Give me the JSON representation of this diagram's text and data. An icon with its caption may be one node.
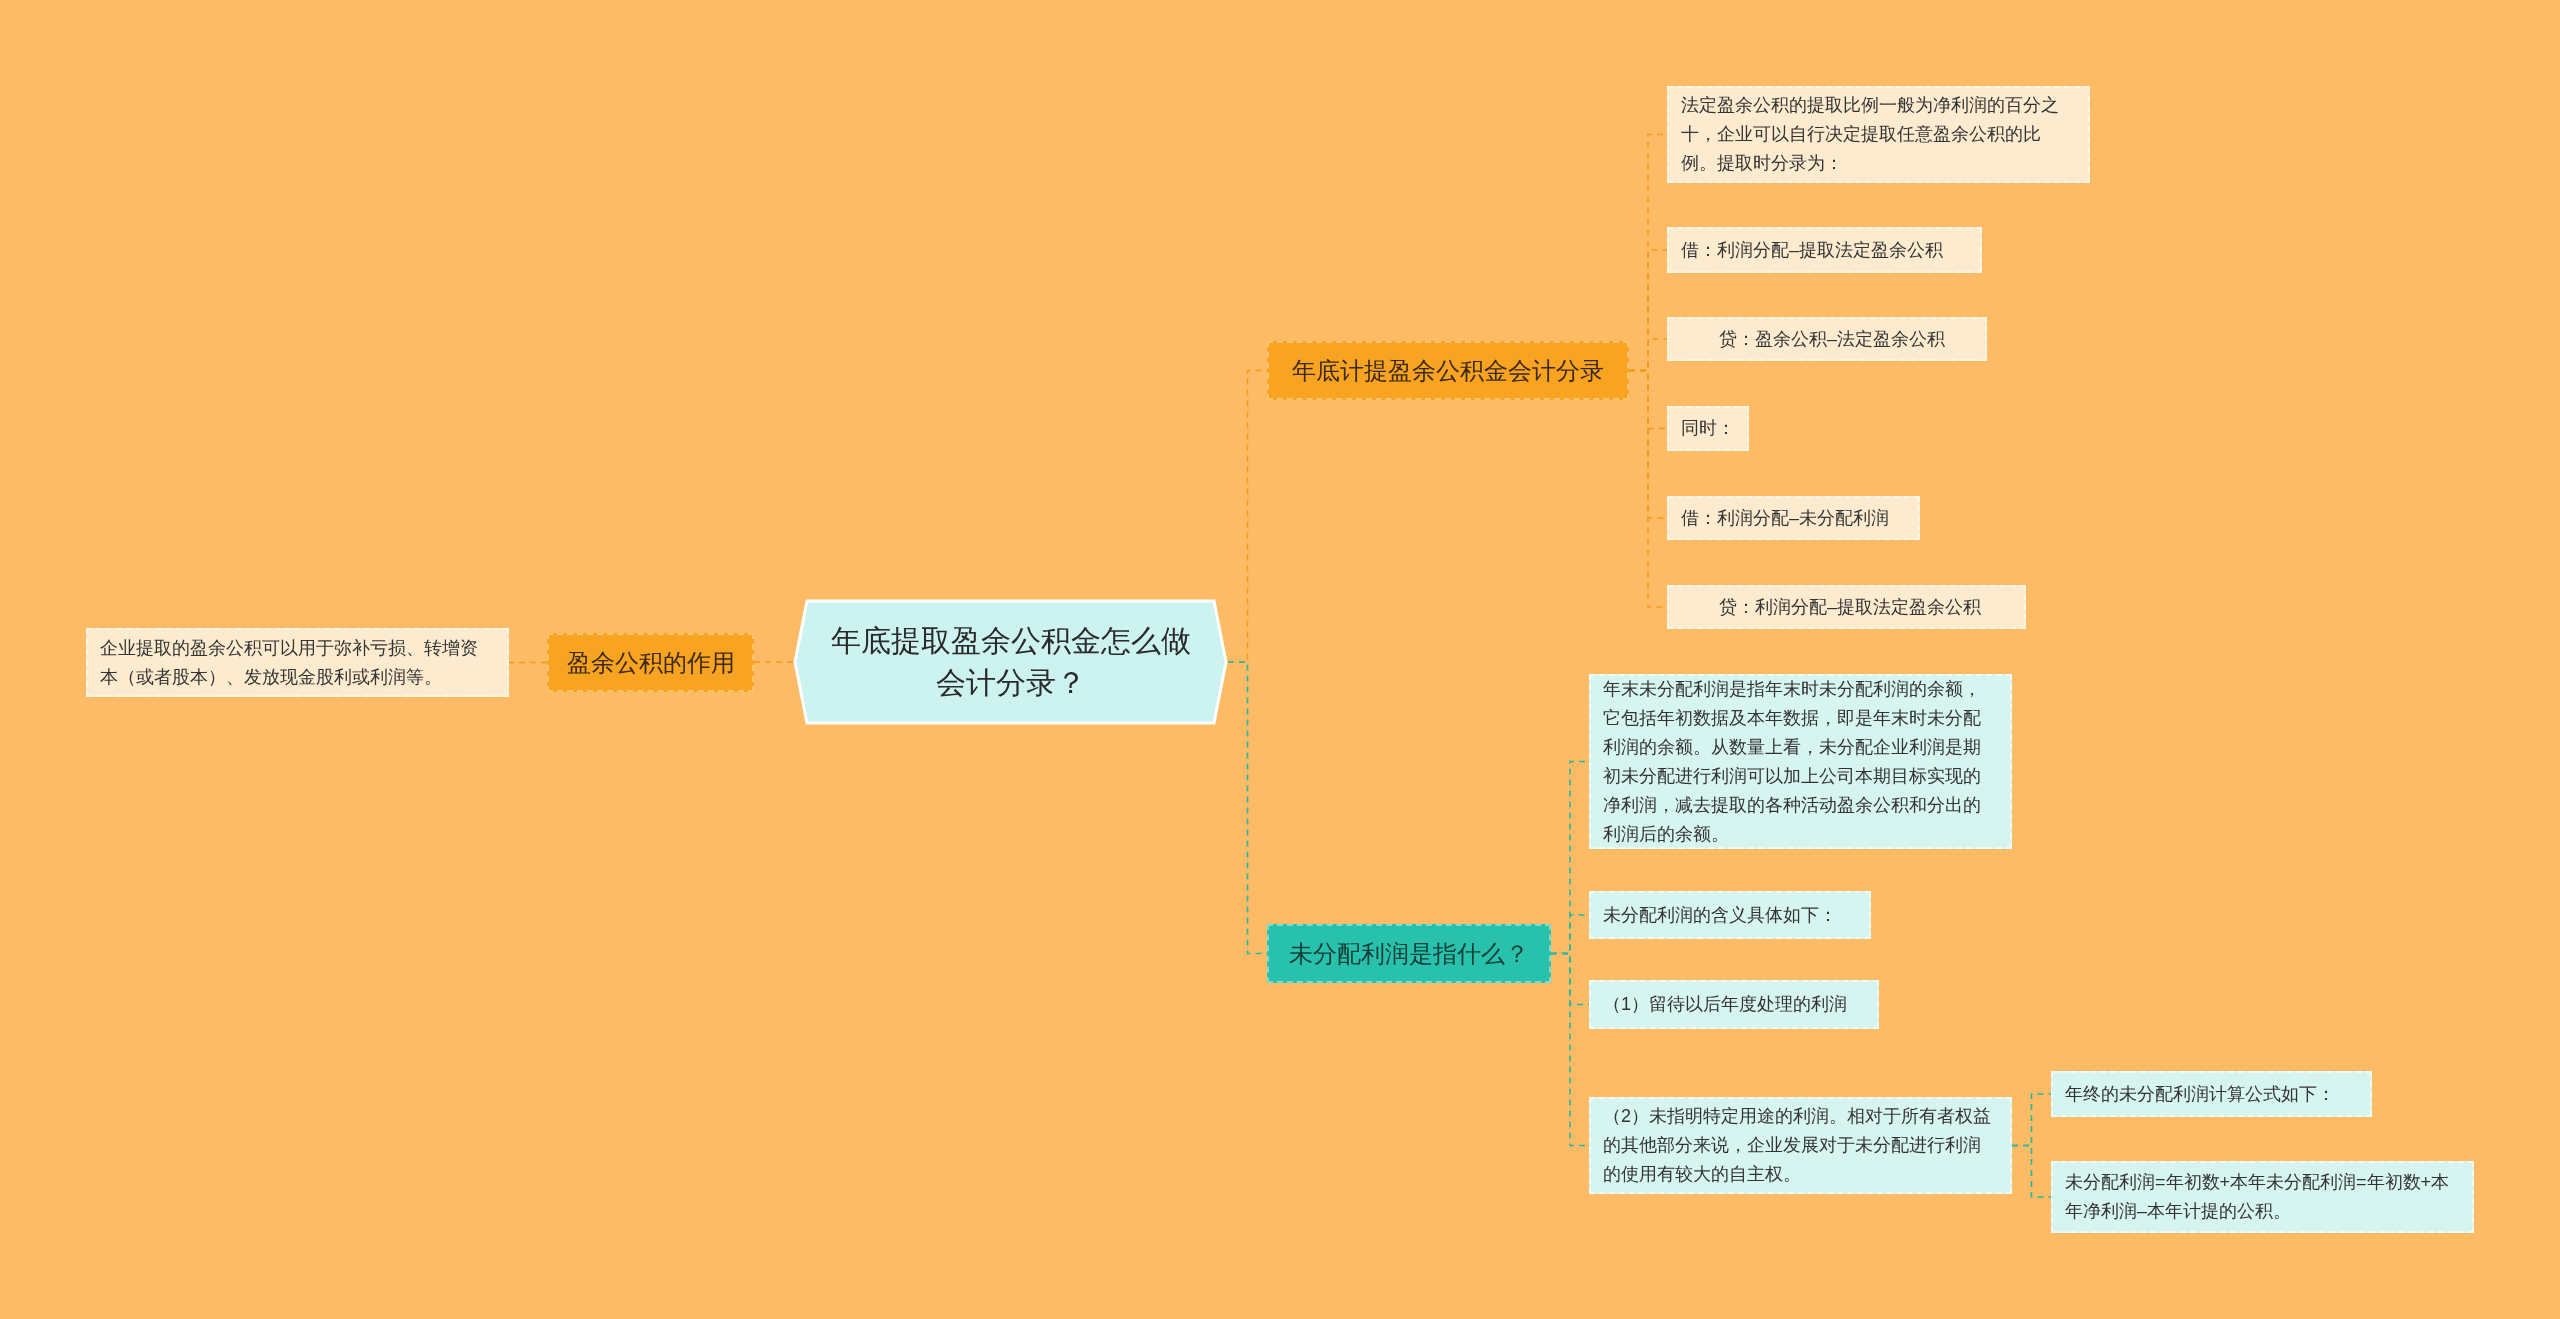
{
  "diagram": {
    "nodes": [
      {
        "text": [
          "年底提取盈余公积金怎么做会计分录？"
        ]
      },
      {
        "text": [
          "盈余公积的作用"
        ]
      },
      {
        "text": [
          "企业提取的盈余公积可以用于弥补亏损、转增资本（或者股本）、发放现金股利或利润等。"
        ]
      },
      {
        "text": [
          "年底计提盈余公积金会计分录"
        ]
      },
      {
        "text": [
          "法定盈余公积的提取比例一般为净利润的百分之十，企业可以自行决定提取任意盈余公积的比例。提取时分录为："
        ]
      },
      {
        "text": [
          "借：利润分配–提取法定盈余公积"
        ]
      },
      {
        "text": [
          "贷：盈余公积–法定盈余公积"
        ]
      },
      {
        "text": [
          "同时："
        ]
      },
      {
        "text": [
          "借：利润分配–未分配利润"
        ]
      },
      {
        "text": [
          "贷：利润分配–提取法定盈余公积"
        ]
      },
      {
        "text": [
          "未分配利润是指什么？"
        ]
      },
      {
        "text": [
          "年末未分配利润是指年末时未分配利润的余额，它包括年初数据及本年数据，即是年末时未分配利润的余额。从数量上看，未分配企业利润是期初未分配进行利润可以加上公司本期目标实现的净利润，减去提取的各种活动盈余公积和分出的利润后的余额。"
        ]
      },
      {
        "text": [
          "未分配利润的含义具体如下："
        ]
      },
      {
        "text": [
          "（1）留待以后年度处理的利润"
        ]
      },
      {
        "text": [
          "（2）未指明特定用途的利润。相对于所有者权益的其他部分来说，企业发展对于未分配进行利润的使用有较大的自主权。"
        ]
      },
      {
        "text": [
          "年终的未分配利润计算公式如下："
        ]
      },
      {
        "text": [
          "未分配利润=年初数+本年未分配利润=年初数+本年净利润–本年计提的公积。"
        ]
      }
    ],
    "edges": [
      {
        "from": 0,
        "to": 1,
        "arrow": "none",
        "style": "dashed"
      },
      {
        "from": 1,
        "to": 2,
        "arrow": "none",
        "style": "dashed"
      },
      {
        "from": 0,
        "to": 3,
        "arrow": "none",
        "style": "dashed"
      },
      {
        "from": 3,
        "to": 4,
        "arrow": "none",
        "style": "dashed"
      },
      {
        "from": 3,
        "to": 5,
        "arrow": "none",
        "style": "dashed"
      },
      {
        "from": 3,
        "to": 6,
        "arrow": "none",
        "style": "dashed"
      },
      {
        "from": 3,
        "to": 7,
        "arrow": "none",
        "style": "dashed"
      },
      {
        "from": 3,
        "to": 8,
        "arrow": "none",
        "style": "dashed"
      },
      {
        "from": 3,
        "to": 9,
        "arrow": "none",
        "style": "dashed"
      },
      {
        "from": 0,
        "to": 10,
        "arrow": "none",
        "style": "dashed",
        "color": "#26b8a4"
      },
      {
        "from": 10,
        "to": 11,
        "arrow": "none",
        "style": "dashed",
        "color": "#26b8a4"
      },
      {
        "from": 10,
        "to": 12,
        "arrow": "none",
        "style": "dashed",
        "color": "#26b8a4"
      },
      {
        "from": 10,
        "to": 13,
        "arrow": "none",
        "style": "dashed",
        "color": "#26b8a4"
      },
      {
        "from": 10,
        "to": 14,
        "arrow": "none",
        "style": "dashed",
        "color": "#26b8a4"
      },
      {
        "from": 14,
        "to": 15,
        "arrow": "none",
        "style": "dashed",
        "color": "#26b8a4"
      },
      {
        "from": 14,
        "to": 16,
        "arrow": "none",
        "style": "dashed",
        "color": "#26b8a4"
      }
    ]
  }
}
